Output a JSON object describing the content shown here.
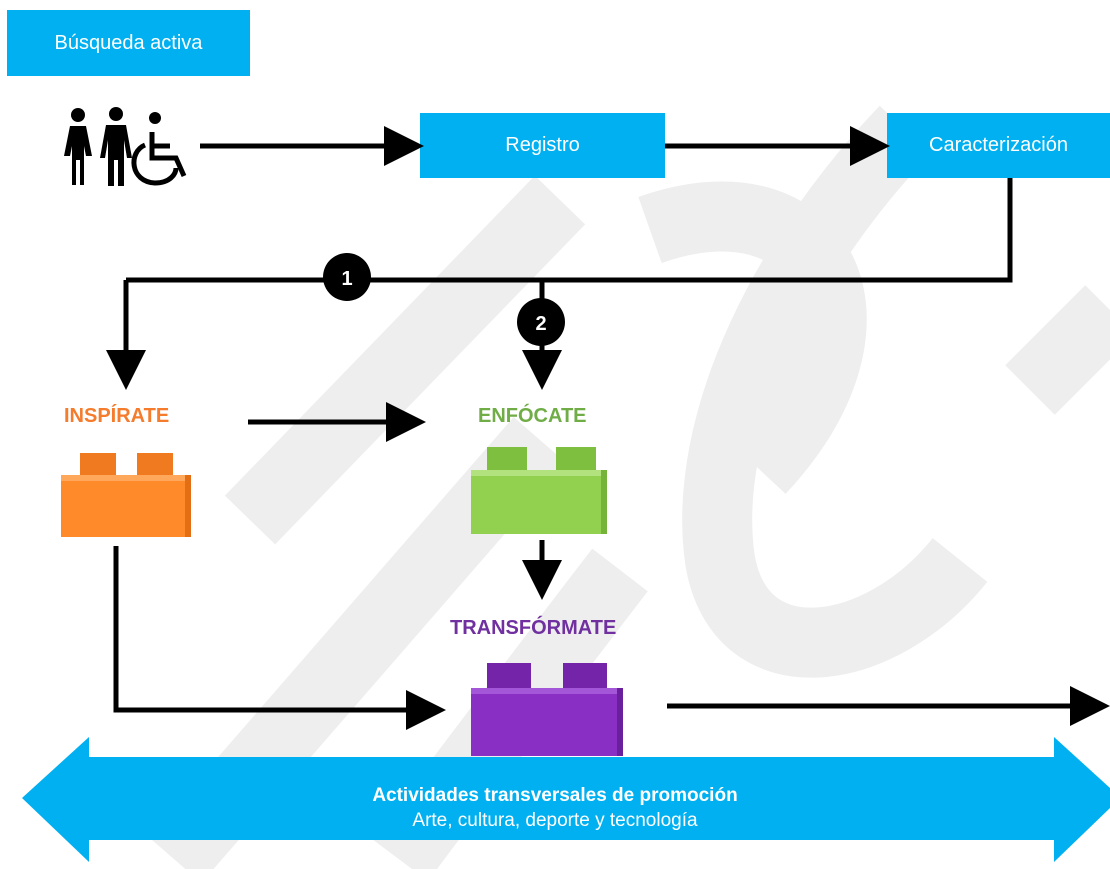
{
  "header": {
    "label": "Búsqueda activa"
  },
  "boxes": {
    "registro": "Registro",
    "caracterizacion": "Caracterización"
  },
  "badges": {
    "one": "1",
    "two": "2"
  },
  "stages": {
    "inspirate": {
      "label": "INSPÍRATE",
      "color": "#f47c2c",
      "block_color": "#ff8a2a"
    },
    "enfocate": {
      "label": "ENFÓCATE",
      "color": "#70ad47",
      "block_color": "#92d050"
    },
    "transformate": {
      "label": "TRANSFÓRMATE",
      "color": "#7030a0",
      "block_color": "#8a2fc4"
    }
  },
  "banner": {
    "title": "Actividades transversales de promoción",
    "subtitle": "Arte, cultura, deporte y tecnología",
    "color": "#00b0f0"
  },
  "icons": [
    "woman-icon",
    "man-icon",
    "wheelchair-icon"
  ],
  "colors": {
    "accent": "#00b0f0",
    "arrow": "#000000"
  }
}
